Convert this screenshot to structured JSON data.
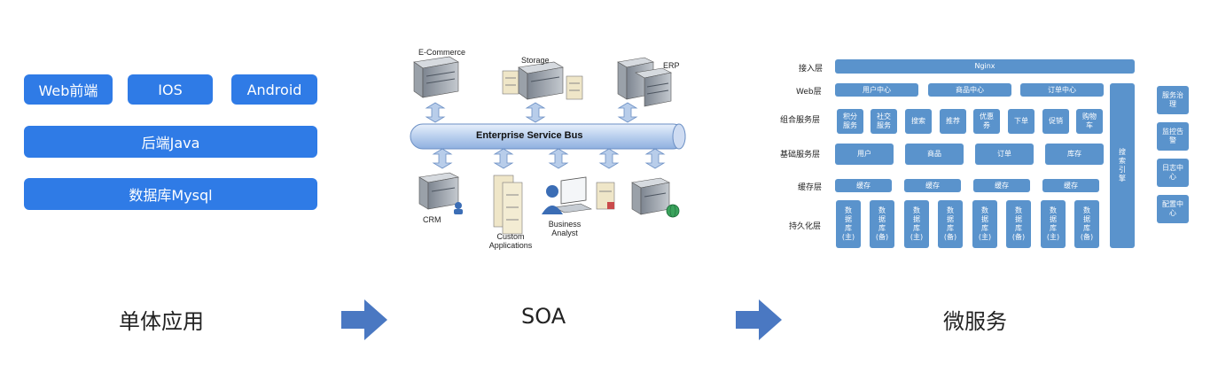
{
  "monolith": {
    "web_frontend": "Web前端",
    "ios": "IOS",
    "android": "Android",
    "backend": "后端Java",
    "database": "数据库Mysql",
    "caption": "单体应用"
  },
  "soa": {
    "bus_label": "Enterprise Service Bus",
    "ecommerce": "E-Commerce",
    "storage": "Storage",
    "erp": "ERP",
    "crm": "CRM",
    "custom_apps_line1": "Custom",
    "custom_apps_line2": "Applications",
    "business_analyst_line1": "Business",
    "business_analyst_line2": "Analyst",
    "caption": "SOA"
  },
  "microservices": {
    "caption": "微服务",
    "layers": {
      "access": "接入层",
      "web": "Web层",
      "composite": "组合服务层",
      "base": "基础服务层",
      "cache": "缓存层",
      "persistence": "持久化层"
    },
    "nginx": "Nginx",
    "web_centers": [
      "用户中心",
      "商品中心",
      "订单中心"
    ],
    "composite_services": [
      "积分服务",
      "社交服务",
      "搜索",
      "推荐",
      "优惠券",
      "下单",
      "促销",
      "购物车"
    ],
    "base_services": [
      "用户",
      "商品",
      "订单",
      "库存"
    ],
    "cache_items": [
      "缓存",
      "缓存",
      "缓存",
      "缓存"
    ],
    "db_items": [
      "数据库(主)",
      "数据库(备)",
      "数据库(主)",
      "数据库(备)",
      "数据库(主)",
      "数据库(备)",
      "数据库(主)",
      "数据库(备)"
    ],
    "search_engine": "搜索引擎",
    "side_services": [
      "服务治理",
      "监控告警",
      "日志中心",
      "配置中心"
    ]
  },
  "colors": {
    "monolith_blue": "#2f7be6",
    "ms_blue": "#5a93cc",
    "arrow_blue": "#4a78c2"
  }
}
